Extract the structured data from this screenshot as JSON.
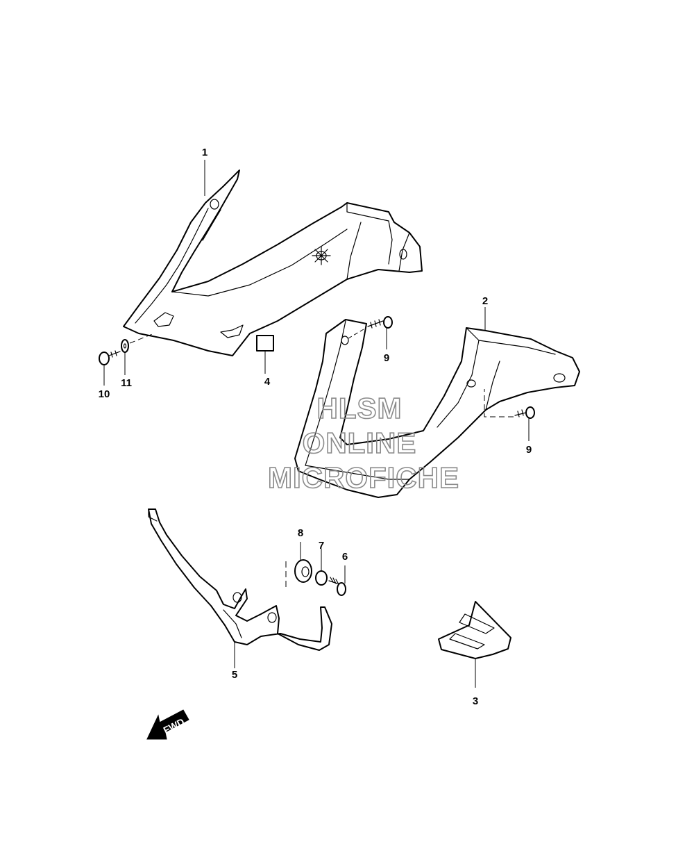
{
  "callouts": [
    {
      "label": "1"
    },
    {
      "label": "2"
    },
    {
      "label": "3"
    },
    {
      "label": "4"
    },
    {
      "label": "5"
    },
    {
      "label": "6"
    },
    {
      "label": "7"
    },
    {
      "label": "8"
    },
    {
      "label": "9"
    },
    {
      "label": "9"
    },
    {
      "label": "10"
    },
    {
      "label": "11"
    }
  ],
  "watermark": {
    "line1": "HLSM",
    "line2": "ONLINE",
    "line3": "MICROFICHE"
  },
  "direction_arrow": {
    "label": "FWD"
  }
}
